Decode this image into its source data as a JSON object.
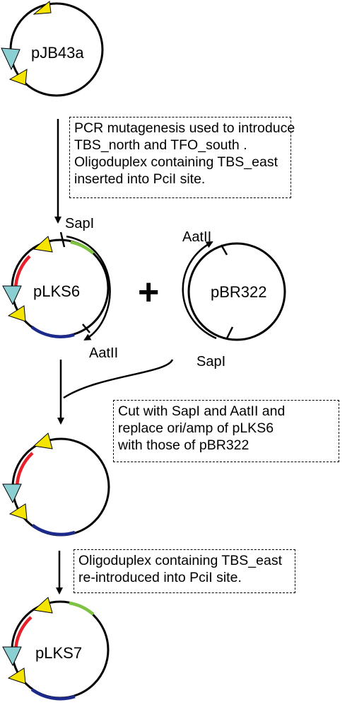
{
  "plasmids": {
    "start": "pJB43a",
    "pLKS6": "pLKS6",
    "pBR322": "pBR322",
    "final": "pLKS7"
  },
  "sites": {
    "pLKS6_top": "SapI",
    "pLKS6_bottom": "AatII",
    "pBR322_top": "AatII",
    "pBR322_bottom": "SapI"
  },
  "operator": "+",
  "notes": {
    "step1": [
      "PCR mutagenesis used to introduce",
      "TBS_north and TFO_south .",
      "Oligoduplex containing TBS_east",
      "inserted into PciI site."
    ],
    "step2": [
      "Cut with SapI and AatII and",
      "replace ori/amp of pLKS6",
      "with those of pBR322"
    ],
    "step3": [
      "Oligoduplex containing TBS_east",
      "re-introduced into PciI site."
    ]
  },
  "colors": {
    "triangle_yellow": "#f5e400",
    "triangle_cyan": "#8ccfd3",
    "segment_red": "#e8202a",
    "segment_green": "#7dc242",
    "segment_blue": "#1c2a8c"
  }
}
